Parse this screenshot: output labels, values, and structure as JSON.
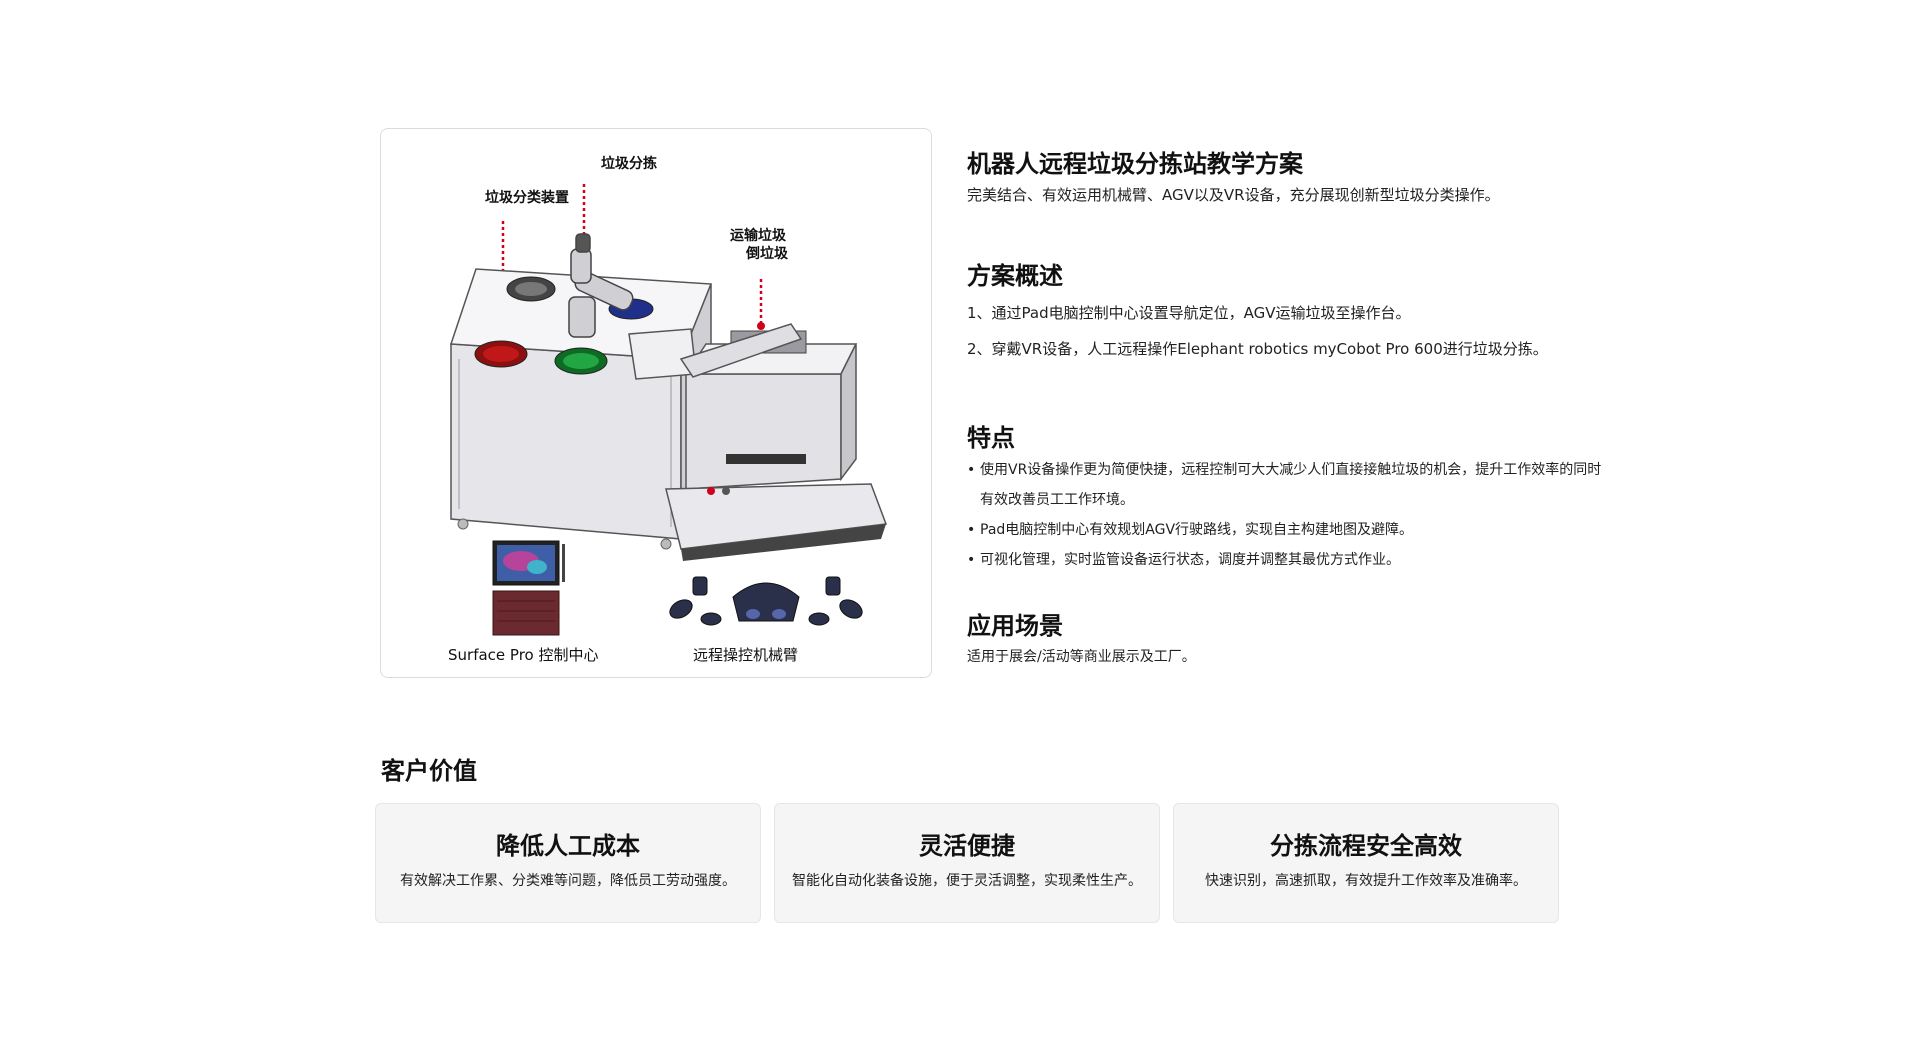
{
  "figure": {
    "labels": {
      "sorting": "垃圾分拣",
      "sorting_device": "垃圾分类装置",
      "transport_line1": "运输垃圾",
      "transport_line2": "倒垃圾"
    },
    "captions": {
      "surface": "Surface Pro 控制中心",
      "vr": "远程操控机械臂"
    }
  },
  "intro": {
    "title": "机器人远程垃圾分拣站教学方案",
    "desc": "完美结合、有效运用机械臂、AGV以及VR设备，充分展现创新型垃圾分类操作。"
  },
  "overview": {
    "title": "方案概述",
    "items": [
      "1、通过Pad电脑控制中心设置导航定位，AGV运输垃圾至操作台。",
      "2、穿戴VR设备，人工远程操作Elephant robotics myCobot Pro 600进行垃圾分拣。"
    ]
  },
  "features": {
    "title": "特点",
    "items": [
      "使用VR设备操作更为简便快捷，远程控制可大大减少人们直接接触垃圾的机会，提升工作效率的同时有效改善员工工作环境。",
      "Pad电脑控制中心有效规划AGV行驶路线，实现自主构建地图及避障。",
      "可视化管理，实时监管设备运行状态，调度并调整其最优方式作业。"
    ]
  },
  "scenario": {
    "title": "应用场景",
    "desc": "适用于展会/活动等商业展示及工厂。"
  },
  "customer_value": {
    "title": "客户价值",
    "cards": [
      {
        "title": "降低人工成本",
        "desc": "有效解决工作累、分类难等问题，降低员工劳动强度。"
      },
      {
        "title": "灵活便捷",
        "desc": "智能化自动化装备设施，便于灵活调整，实现柔性生产。"
      },
      {
        "title": "分拣流程安全高效",
        "desc": "快速识别，高速抓取，有效提升工作效率及准确率。"
      }
    ]
  }
}
